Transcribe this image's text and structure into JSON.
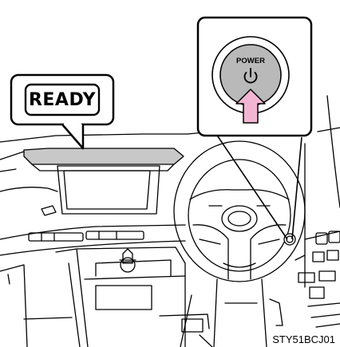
{
  "ready_callout": {
    "text": "READY"
  },
  "power_button": {
    "label": "POWER",
    "icon": "power-icon"
  },
  "arrow": {
    "color": "#f2b6d2",
    "direction": "up"
  },
  "figure_code": "STY51BCJ01",
  "colors": {
    "button_fill": "#b9b9b9",
    "dash_bar": "#c8c8c8",
    "line": "#000000"
  }
}
